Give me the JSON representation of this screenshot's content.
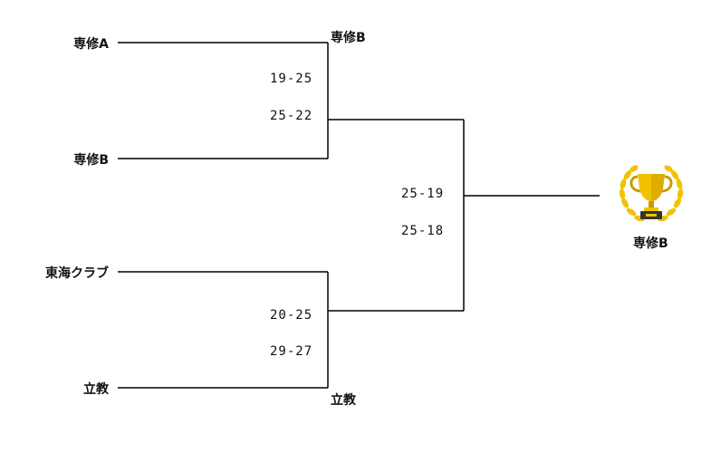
{
  "teams": [
    "専修A",
    "専修B",
    "東海クラブ",
    "立教"
  ],
  "semifinals": [
    {
      "winner": "専修B",
      "scores": [
        "19-25",
        "25-22"
      ]
    },
    {
      "winner": "立教",
      "scores": [
        "20-25",
        "29-27"
      ]
    }
  ],
  "final": {
    "scores": [
      "25-19",
      "25-18"
    ]
  },
  "champion": "専修B",
  "colors": {
    "line": "#000000",
    "trophy_gold": "#F2C200",
    "trophy_dark": "#C99A00",
    "base": "#333333"
  }
}
